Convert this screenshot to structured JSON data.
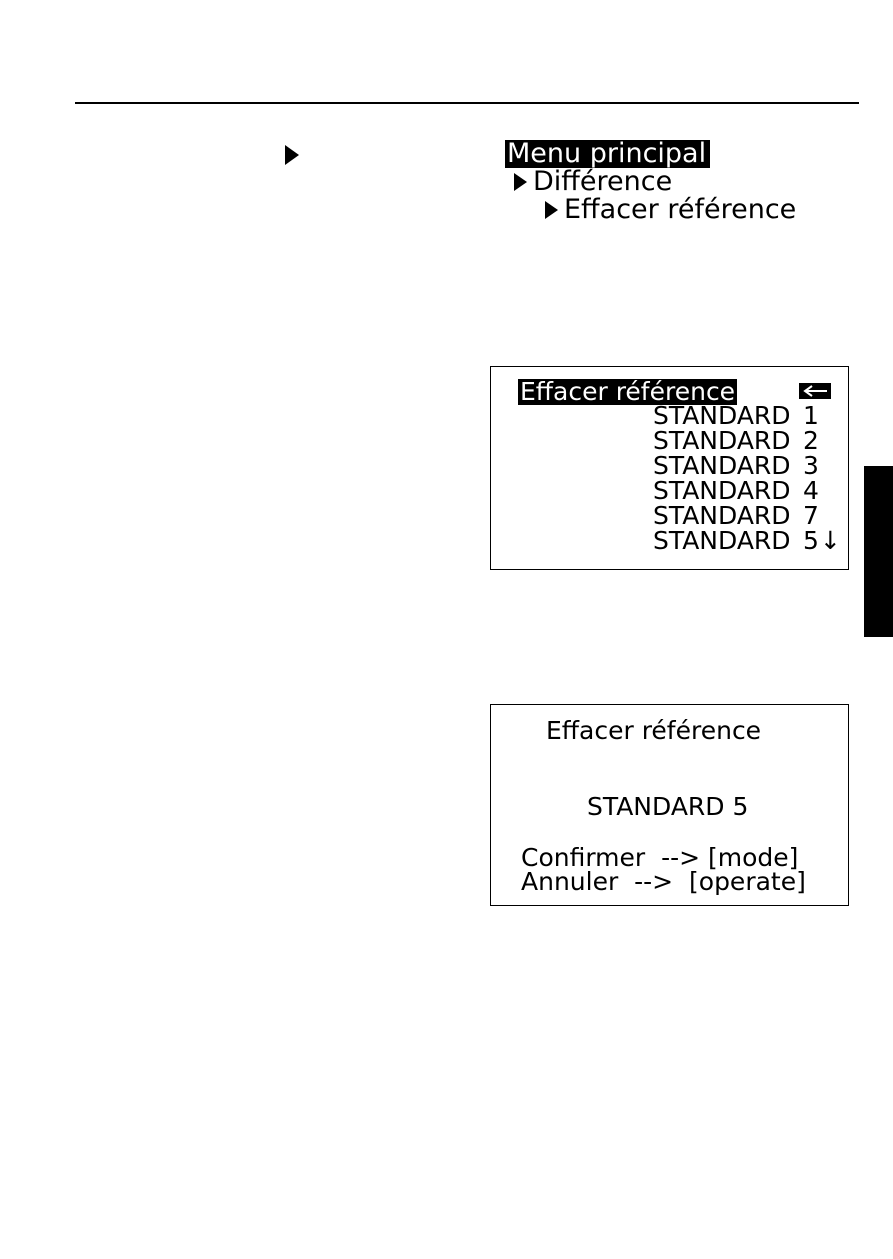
{
  "breadcrumb": {
    "root": "Menu principal",
    "level1": "Différence",
    "level2": "Effacer référence"
  },
  "reference_list_screen": {
    "title": "Effacer référence",
    "back_icon": "back-arrow-icon",
    "items": [
      {
        "name": "STANDARD",
        "number": "1"
      },
      {
        "name": "STANDARD",
        "number": "2"
      },
      {
        "name": "STANDARD",
        "number": "3"
      },
      {
        "name": "STANDARD",
        "number": "4"
      },
      {
        "name": "STANDARD",
        "number": "7"
      },
      {
        "name": "STANDARD",
        "number": "5"
      }
    ],
    "selected_item_marker": "↓"
  },
  "confirm_screen": {
    "title": "Effacer référence",
    "item": "STANDARD 5",
    "confirm_text": "Confirmer  --> [mode]",
    "cancel_text": "Annuler  -->  [operate]"
  },
  "colors": {
    "ink": "#000000",
    "paper": "#ffffff"
  }
}
